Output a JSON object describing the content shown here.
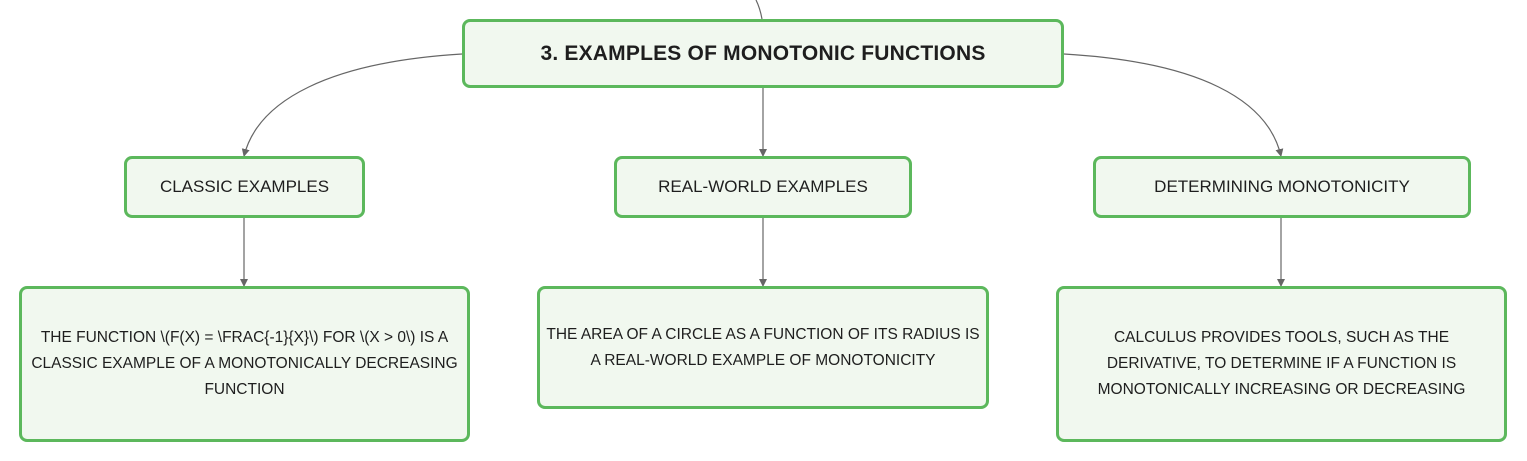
{
  "root": {
    "label": "3. EXAMPLES OF MONOTONIC FUNCTIONS"
  },
  "branches": [
    {
      "label": "CLASSIC EXAMPLES",
      "detail": "THE FUNCTION \\(F(X) = \\FRAC{-1}{X}\\) FOR \\(X > 0\\) IS A CLASSIC EXAMPLE OF A MONOTONICALLY DECREASING FUNCTION"
    },
    {
      "label": "REAL-WORLD EXAMPLES",
      "detail": "THE AREA OF A CIRCLE AS A FUNCTION OF ITS RADIUS IS A REAL-WORLD EXAMPLE OF MONOTONICITY"
    },
    {
      "label": "DETERMINING MONOTONICITY",
      "detail": "CALCULUS PROVIDES TOOLS, SUCH AS THE DERIVATIVE, TO DETERMINE IF A FUNCTION IS MONOTONICALLY INCREASING OR DECREASING"
    }
  ],
  "colors": {
    "node_border": "#5cb85c",
    "node_fill": "#f1f8ef",
    "connector": "#666666",
    "text": "#1e1e1e"
  }
}
